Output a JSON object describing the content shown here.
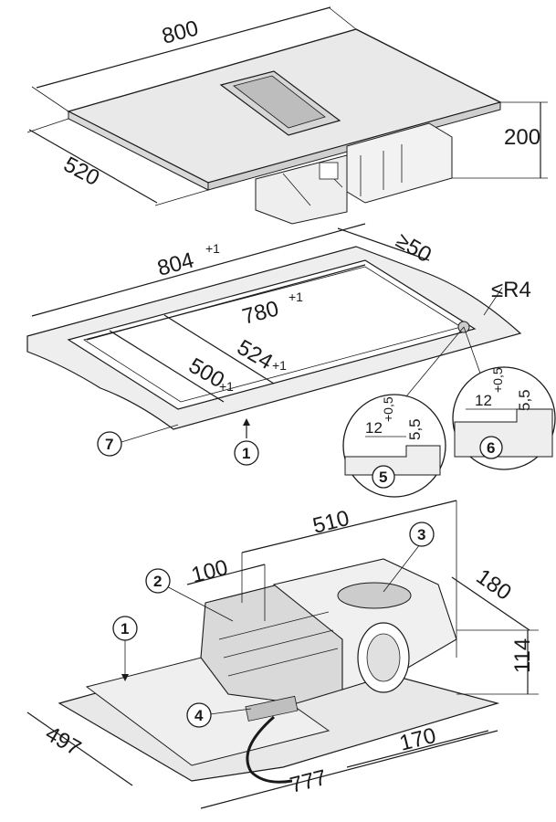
{
  "hob_top": {
    "width": "800",
    "depth": "520",
    "height": "200"
  },
  "cutout": {
    "outer_width": "804",
    "outer_width_tol": "+1",
    "inner_width": "780",
    "inner_width_tol": "+1",
    "depth_outer": "524",
    "depth_outer_tol": "+1",
    "depth_inner": "500",
    "depth_inner_tol": "+1",
    "min_distance": "≥50",
    "radius": "≤R4"
  },
  "detail_5": {
    "width": "12",
    "width_tol": "+0,5",
    "depth": "5,5",
    "number": "5"
  },
  "detail_6": {
    "width": "12",
    "width_tol": "+0,5",
    "depth": "5,5",
    "number": "6"
  },
  "bottom": {
    "d510": "510",
    "d100": "100",
    "d180": "180",
    "d114": "114",
    "d170": "170",
    "d497": "497",
    "d777": "777"
  },
  "callouts": [
    "1",
    "2",
    "3",
    "4",
    "7"
  ],
  "colors": {
    "line": "#1a1a1a",
    "surface": "#e8e8e8",
    "worktop": "#eeeeee",
    "fill_dark": "#bfbfbf"
  }
}
